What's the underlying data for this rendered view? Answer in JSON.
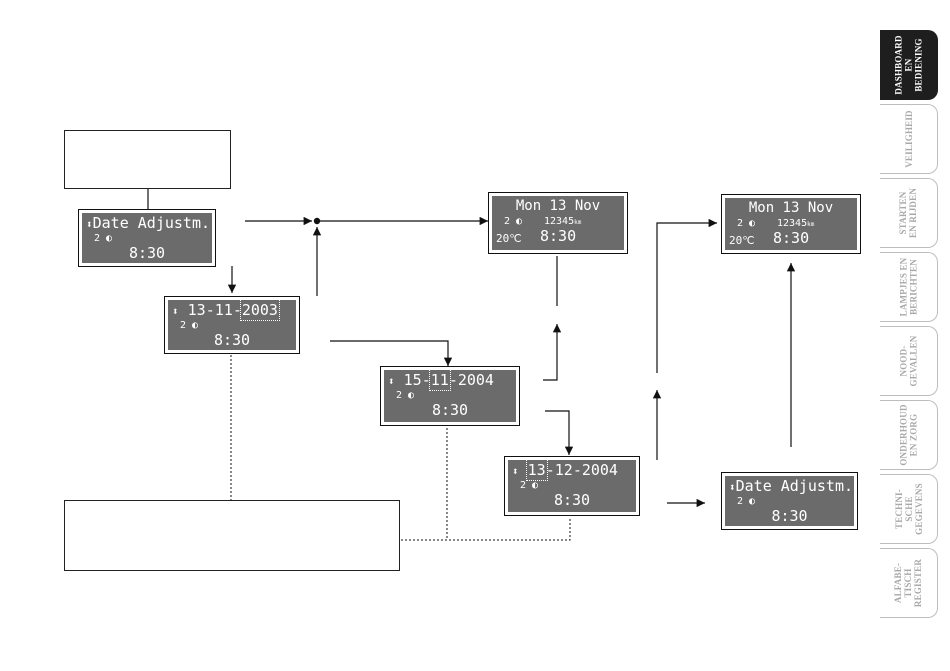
{
  "screens": {
    "start": {
      "line1": "Date Adjustm.",
      "line2": "2",
      "time": "8:30"
    },
    "year": {
      "day": "13",
      "month": "11",
      "year": "2003",
      "line2": "2",
      "time": "8:30"
    },
    "month": {
      "day": "15",
      "month": "11",
      "year": "2004",
      "line2": "2",
      "time": "8:30"
    },
    "day": {
      "day": "13",
      "month": "12",
      "year": "2004",
      "line2": "2",
      "time": "8:30"
    },
    "result1": {
      "line1": "Mon 13 Nov",
      "line2": "2",
      "odometer": "12345",
      "odo_unit": "km",
      "temp": "20℃",
      "time": "8:30"
    },
    "end": {
      "line1": "Date Adjustm.",
      "line2": "2",
      "time": "8:30"
    },
    "result2": {
      "line1": "Mon 13 Nov",
      "line2": "2",
      "odometer": "12345",
      "odo_unit": "km",
      "temp": "20℃",
      "time": "8:30"
    }
  },
  "sidebar": {
    "tabs": [
      {
        "label": "DASHBOARD\nEN\nBEDIENING",
        "active": true
      },
      {
        "label": "VEILIGHEID",
        "active": false
      },
      {
        "label": "STARTEN\nEN RIJDEN",
        "active": false
      },
      {
        "label": "LAMPJES EN\nBERICHTEN",
        "active": false
      },
      {
        "label": "NOOD-\nGEVALLEN",
        "active": false
      },
      {
        "label": "ONDERHOUD\nEN ZORG",
        "active": false
      },
      {
        "label": "TECHNI-\nSCHE\nGEGEVENS",
        "active": false
      },
      {
        "label": "ALFABE-\nTISCH\nREGISTER",
        "active": false
      }
    ]
  },
  "colors": {
    "lcd": "#6b6b6b",
    "line": "#111111",
    "tab_active": "#1e1e1e",
    "tab_text": "#a8a8a8"
  }
}
